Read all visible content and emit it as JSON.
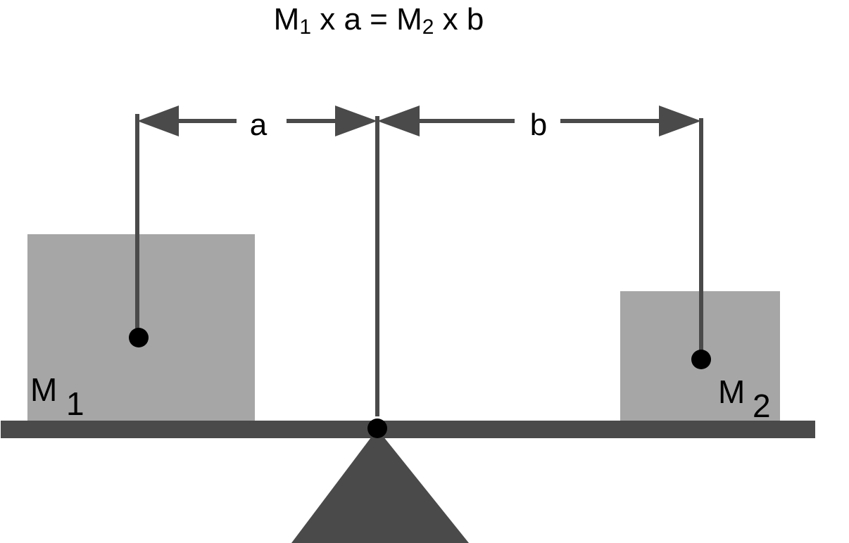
{
  "equation": {
    "left_mass": "M",
    "left_sub": "1",
    "left_op": " x a = ",
    "right_mass": "M",
    "right_sub": "2",
    "right_op": " x b"
  },
  "dimensions": {
    "left_label": "a",
    "right_label": "b"
  },
  "masses": {
    "left": {
      "label": "M",
      "sub": "1"
    },
    "right": {
      "label": "M",
      "sub": "2"
    }
  },
  "colors": {
    "structure": "#4a4a4a",
    "mass_fill": "#a6a6a6",
    "dot": "#000000",
    "background": "#ffffff"
  }
}
